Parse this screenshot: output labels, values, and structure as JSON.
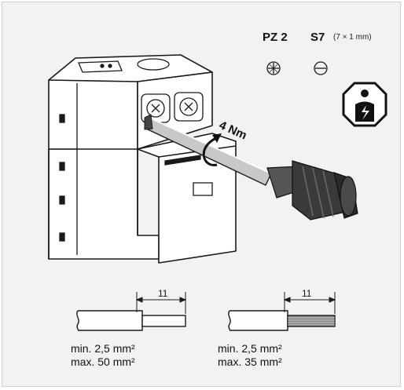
{
  "tools": {
    "pozidriv_label": "PZ 2",
    "slotted_label": "S7",
    "slotted_size": "(7 × 1 mm)",
    "pozidriv_icon": "pozidriv-cross-icon",
    "slotted_icon": "slotted-screwdriver-icon",
    "electrician_icon": "qualified-electrician-icon"
  },
  "torque": "4 Nm",
  "cables": [
    {
      "type": "solid",
      "strip_length": "11",
      "min": "min. 2,5 mm²",
      "max": "max. 50 mm²"
    },
    {
      "type": "stranded",
      "strip_length": "11",
      "min": "min. 2,5 mm²",
      "max": "max. 35 mm²"
    }
  ],
  "colors": {
    "background": "#f2f2f2",
    "line": "#1a1a1a",
    "screwdriver_handle": "#3a3a3a",
    "screwdriver_shaft": "#c8c8c8"
  }
}
